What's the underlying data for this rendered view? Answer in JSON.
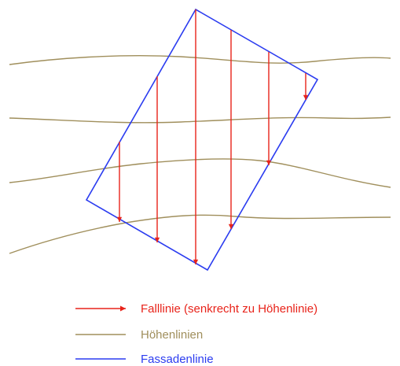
{
  "colors": {
    "fall_line": "#e8231a",
    "contour": "#a08f5c",
    "facade": "#2b3cf0"
  },
  "legend": [
    {
      "symbol": "arrow",
      "label": "Falllinie (senkrecht zu Höhenlinie)",
      "color": "#e8231a"
    },
    {
      "symbol": "line",
      "label": "Höhenlinien",
      "color": "#a08f5c"
    },
    {
      "symbol": "line",
      "label": "Fassadenlinie",
      "color": "#2b3cf0"
    }
  ]
}
